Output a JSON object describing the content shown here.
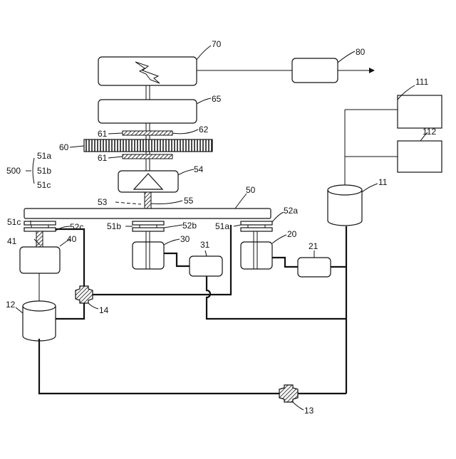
{
  "labels": {
    "l70": "70",
    "l80": "80",
    "l65": "65",
    "l62": "62",
    "l61a": "61",
    "l61b": "61",
    "l60": "60",
    "l500": "500",
    "l51a_g": "51a",
    "l51b_g": "51b",
    "l51c_g": "51c",
    "l54": "54",
    "l53": "53",
    "l55": "55",
    "l50": "50",
    "l51c": "51c",
    "l52c": "52c",
    "l51b": "51b",
    "l52b": "52b",
    "l51a": "51a",
    "l52a": "52a",
    "l41": "41",
    "l40": "40",
    "l30": "30",
    "l31": "31",
    "l20": "20",
    "l21": "21",
    "l11": "11",
    "l111": "111",
    "l112": "112",
    "l12": "12",
    "l14": "14",
    "l13": "13"
  },
  "icons": {
    "generator": "lightning-icon",
    "turbine": "triangle-icon",
    "valve": "valve-icon"
  }
}
